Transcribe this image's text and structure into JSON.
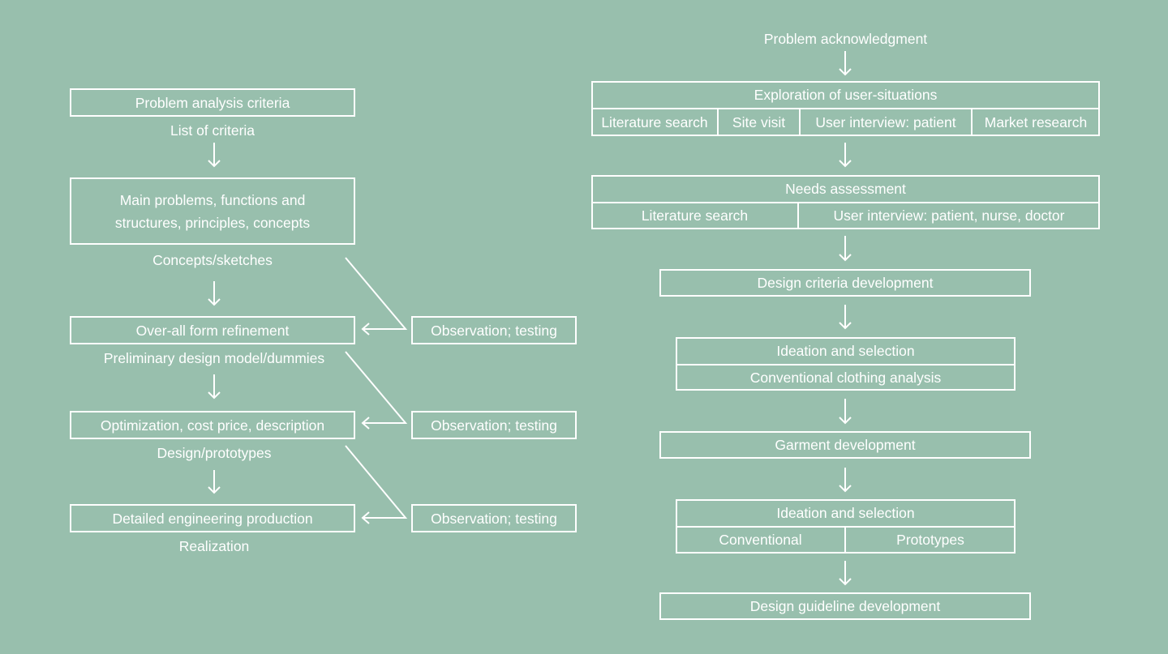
{
  "left_flow": {
    "box1": "Problem analysis criteria",
    "label1": "List of criteria",
    "box2_line1": "Main problems, functions and",
    "box2_line2": "structures, principles, concepts",
    "label2": "Concepts/sketches",
    "box3": "Over-all form refinement",
    "label3": "Preliminary design model/dummies",
    "box4": "Optimization, cost price, description",
    "label4": "Design/prototypes",
    "box5": "Detailed engineering production",
    "label5": "Realization",
    "feedback1": "Observation; testing",
    "feedback2": "Observation; testing",
    "feedback3": "Observation; testing"
  },
  "right_flow": {
    "start": "Problem acknowledgment",
    "exploration": {
      "title": "Exploration of user-situations",
      "items": [
        "Literature search",
        "Site visit",
        "User interview: patient",
        "Market research"
      ]
    },
    "needs": {
      "title": "Needs assessment",
      "items": [
        "Literature search",
        "User interview: patient, nurse, doctor"
      ]
    },
    "design_criteria": "Design criteria development",
    "ideation1": {
      "title": "Ideation and selection",
      "sub": "Conventional clothing analysis"
    },
    "garment": "Garment development",
    "ideation2": {
      "title": "Ideation and selection",
      "items": [
        "Conventional",
        "Prototypes"
      ]
    },
    "guideline": "Design guideline development"
  },
  "colors": {
    "background": "#98bfad",
    "foreground": "#ffffff"
  }
}
